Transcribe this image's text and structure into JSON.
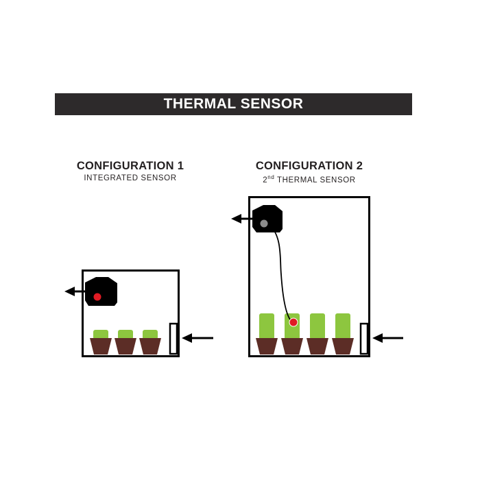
{
  "banner": {
    "title": "THERMAL SENSOR"
  },
  "configurations": [
    {
      "heading": "CONFIGURATION 1",
      "subtitle": "INTEGRATED SENSOR"
    },
    {
      "heading": "CONFIGURATION 2",
      "ordinal_number": "2",
      "ordinal_suffix": "nd",
      "subtitle_rest": " THERMAL SENSOR"
    }
  ],
  "colors": {
    "banner_bg": "#2d2a2b",
    "frame": "#000000",
    "plant": "#8dc63f",
    "pot": "#5c2d26",
    "sensor_integrated": "#e01b24",
    "sensor_controller": "#8c8c8c"
  }
}
